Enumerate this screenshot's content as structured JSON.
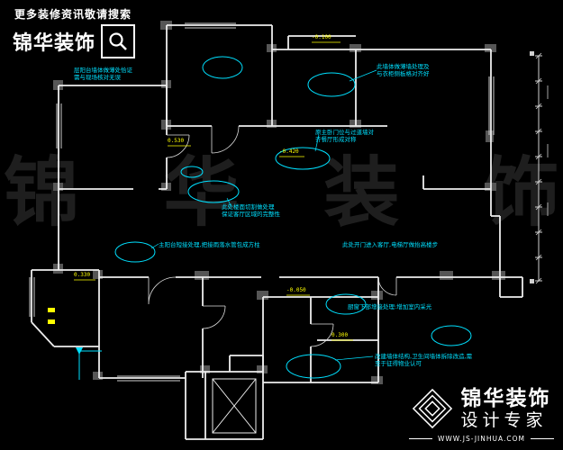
{
  "header": {
    "tagline": "更多装修资讯敬请搜索",
    "brand": "锦华装饰"
  },
  "watermark": {
    "c1": "锦",
    "c2": "华",
    "c3": "装",
    "c4": "饰"
  },
  "footer": {
    "brand": "锦华装饰",
    "subtitle": "设计专家",
    "website": "WWW.JS-JINHUA.COM"
  },
  "plan": {
    "notes": {
      "n0": {
        "l1": "层阳台墙体做薄处恰证",
        "l2": "需与现场核对无误"
      },
      "n1": {
        "l1": "此墙体做薄墙处理及",
        "l2": "与衣柜侧板格对齐好"
      },
      "n2": {
        "l1": "原主卧门位与过道墙对",
        "l2": "齐餐厅形成对称"
      },
      "n3": {
        "l1": "此处楼面切割做处理",
        "l2": "保证客厅区域的完整性"
      },
      "n4": {
        "l1": "主阳台短接处理,把接雨落水管包成方柱"
      },
      "n5": {
        "l1": "此处开门进入客厅,电梯厅做抬高楼步"
      },
      "n6": {
        "l1": "厨窗下部增接处理:增加室内采光"
      },
      "n7": {
        "l1": "改建墙体结构,卫生间墙体拆除改造,需",
        "l2": "至于征得物业认可"
      }
    },
    "dims": {
      "d1": "-0.100",
      "d2": "0.530",
      "d3": "-0.420",
      "d4": "0.330",
      "d5": "-0.050",
      "d6": "0.300"
    },
    "colors": {
      "wall": "#ededed",
      "annotation": "#00e0ff",
      "dimension": "#ffff00",
      "column": "#565656",
      "watermark": "#1e1e1e",
      "background": "#000000"
    }
  }
}
